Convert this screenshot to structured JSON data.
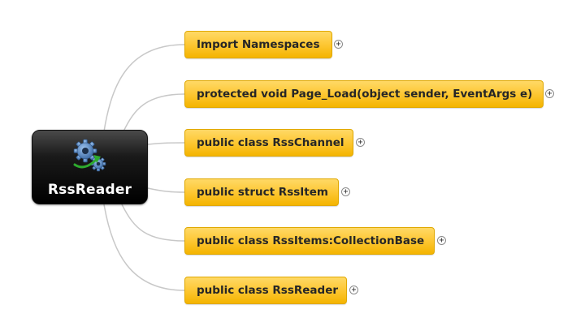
{
  "root": {
    "label": "RssReader",
    "icon": "gears-with-arrow-icon"
  },
  "branches": [
    {
      "label": "Import Namespaces"
    },
    {
      "label": "protected void Page_Load(object sender, EventArgs e)"
    },
    {
      "label": "public class RssChannel"
    },
    {
      "label": "public struct RssItem"
    },
    {
      "label": "public class RssItems:CollectionBase"
    },
    {
      "label": "public class RssReader"
    }
  ],
  "expand_symbol": "+",
  "colors": {
    "branch_fill": "#fdc733",
    "root_fill": "#000000",
    "connector": "#c8c8c8",
    "gear": "#4f7db5",
    "arrow": "#2eaa2e"
  }
}
